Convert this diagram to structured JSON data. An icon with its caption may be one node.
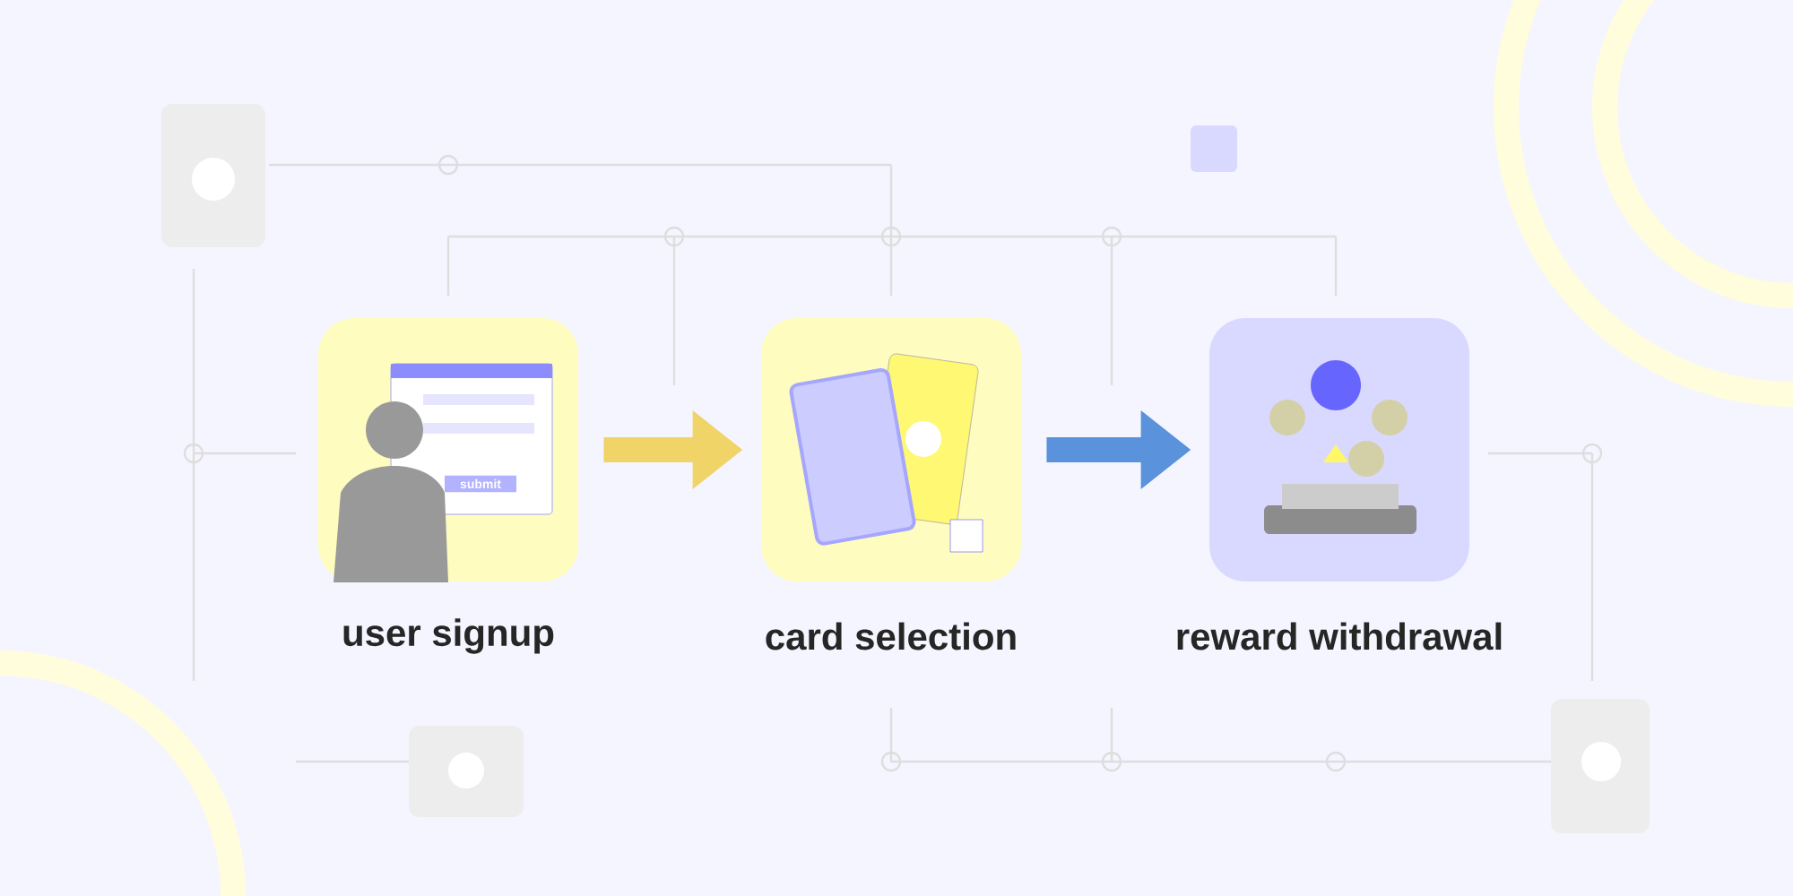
{
  "diagram": {
    "nodes": [
      {
        "text": [
          "user signup"
        ]
      },
      {
        "text": [
          "card selection"
        ]
      },
      {
        "text": [
          "reward withdrawal"
        ]
      }
    ],
    "edges": [
      {
        "from": 0,
        "to": 1,
        "arrow": "to",
        "color": "#f0d468"
      },
      {
        "from": 1,
        "to": 2,
        "arrow": "to",
        "color": "#5b92dc"
      }
    ],
    "labels": [
      "submit"
    ]
  }
}
